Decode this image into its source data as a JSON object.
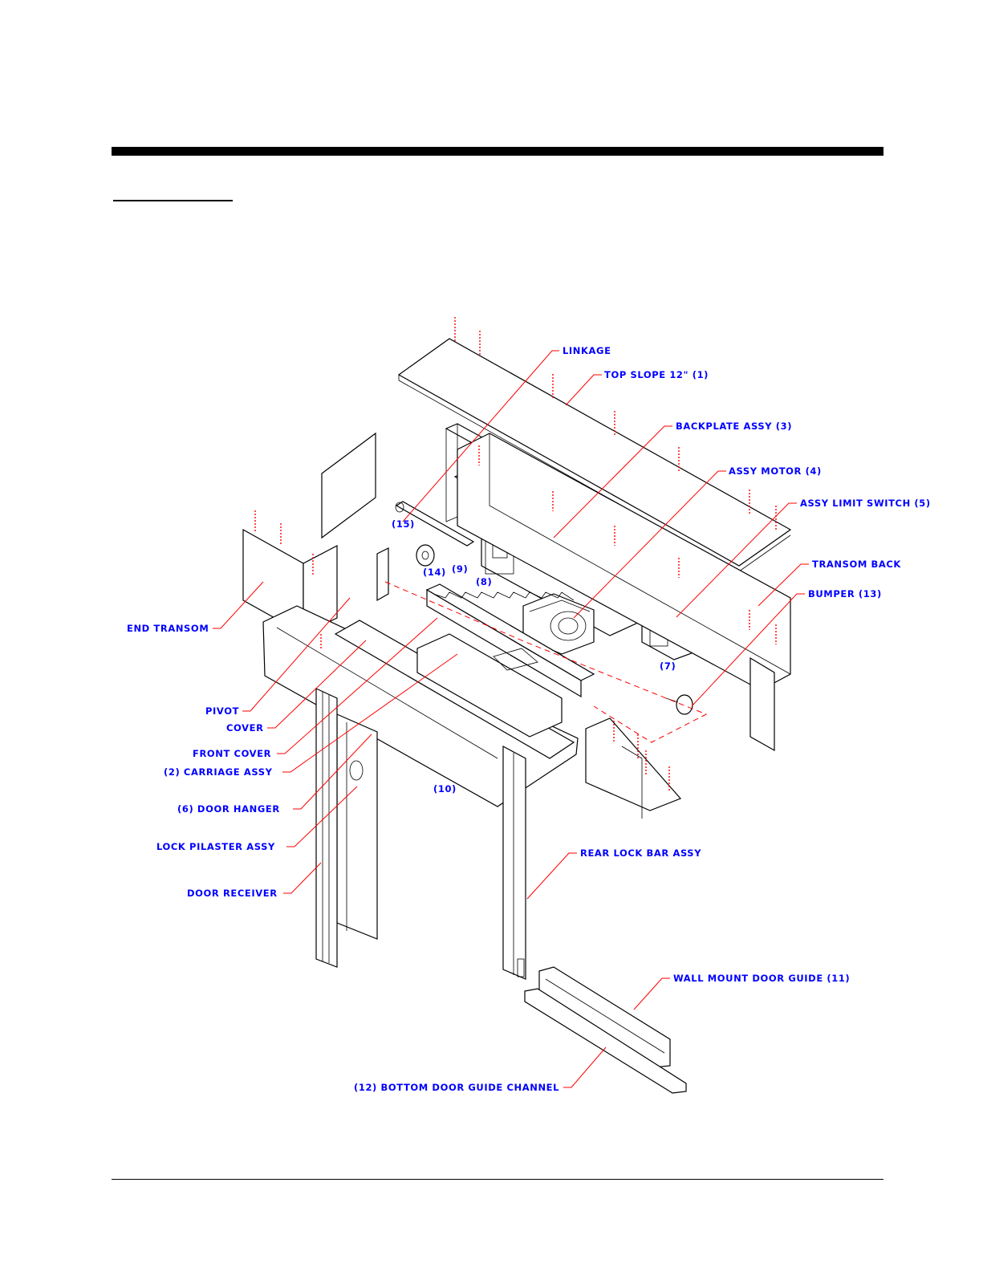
{
  "colors": {
    "callout_text": "#0000ff",
    "leader_line": "#ff0000",
    "outline": "#000000"
  },
  "callouts": {
    "linkage": "LINKAGE",
    "top_slope": "TOP SLOPE 12\" (1)",
    "backplate_assy": "BACKPLATE ASSY (3)",
    "assy_motor": "ASSY MOTOR (4)",
    "assy_limit_switch": "ASSY LIMIT SWITCH (5)",
    "transom_back": "TRANSOM BACK",
    "bumper": "BUMPER (13)",
    "end_transom": "END TRANSOM",
    "pivot": "PIVOT",
    "cover": "COVER",
    "front_cover": "FRONT COVER",
    "carriage_assy": "(2) CARRIAGE ASSY",
    "door_hanger": "(6) DOOR HANGER",
    "lock_pilaster_assy": "LOCK PILASTER ASSY",
    "door_receiver": "DOOR RECEIVER",
    "rear_lock_bar_assy": "REAR LOCK BAR ASSY",
    "wall_mount_door_guide": "WALL MOUNT DOOR GUIDE (11)",
    "bottom_door_guide_channel": "(12) BOTTOM DOOR GUIDE CHANNEL"
  },
  "item_numbers": {
    "n15": "(15)",
    "n14": "(14)",
    "n9": "(9)",
    "n8": "(8)",
    "n7": "(7)",
    "n10": "(10)"
  }
}
